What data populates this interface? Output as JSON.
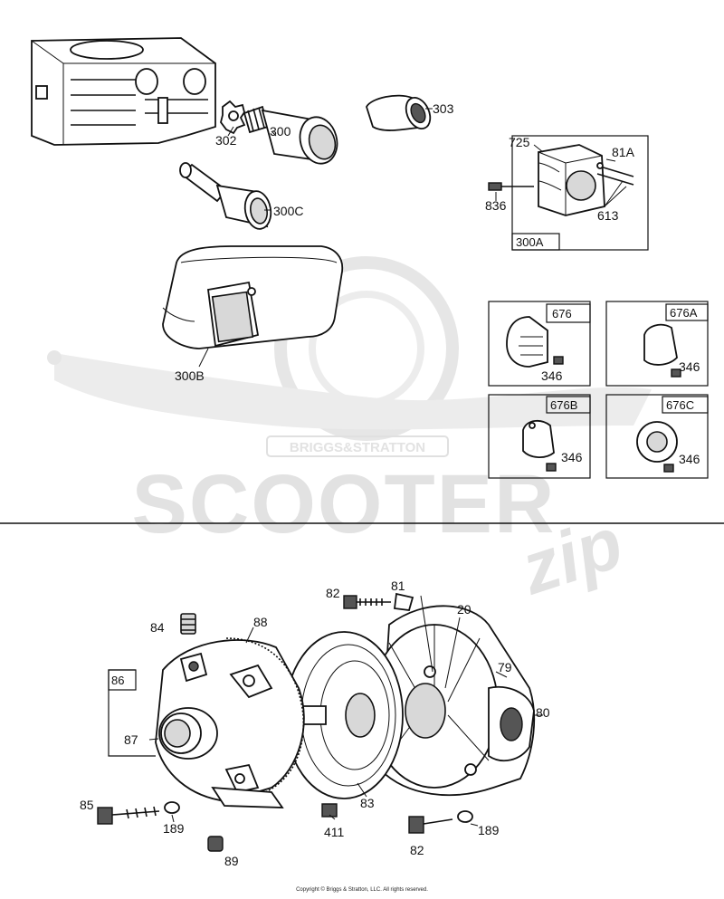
{
  "watermark": {
    "brand": "SCOOTER",
    "brand_script": "zip",
    "badge": "BRIGGS&STRATTON"
  },
  "labels": {
    "p300": "300",
    "p302": "302",
    "p303": "303",
    "p300c": "300C",
    "p300b": "300B",
    "p725": "725",
    "p81a": "81A",
    "p836": "836",
    "p613": "613",
    "p676": "676",
    "p676a": "676A",
    "p676b": "676B",
    "p676c": "676C",
    "p346a": "346",
    "p346b": "346",
    "p346c": "346",
    "p346d": "346",
    "p82a": "82",
    "p81": "81",
    "p20": "20",
    "p84": "84",
    "p88": "88",
    "p86": "86",
    "p87": "87",
    "p79": "79",
    "p80": "80",
    "p85": "85",
    "p189a": "189",
    "p83": "83",
    "p411": "411",
    "p82b": "82",
    "p189b": "189",
    "p89": "89"
  },
  "boxes": {
    "b300a": "300A"
  },
  "copyright": "Copyright © Briggs & Stratton, LLC. All rights reserved."
}
